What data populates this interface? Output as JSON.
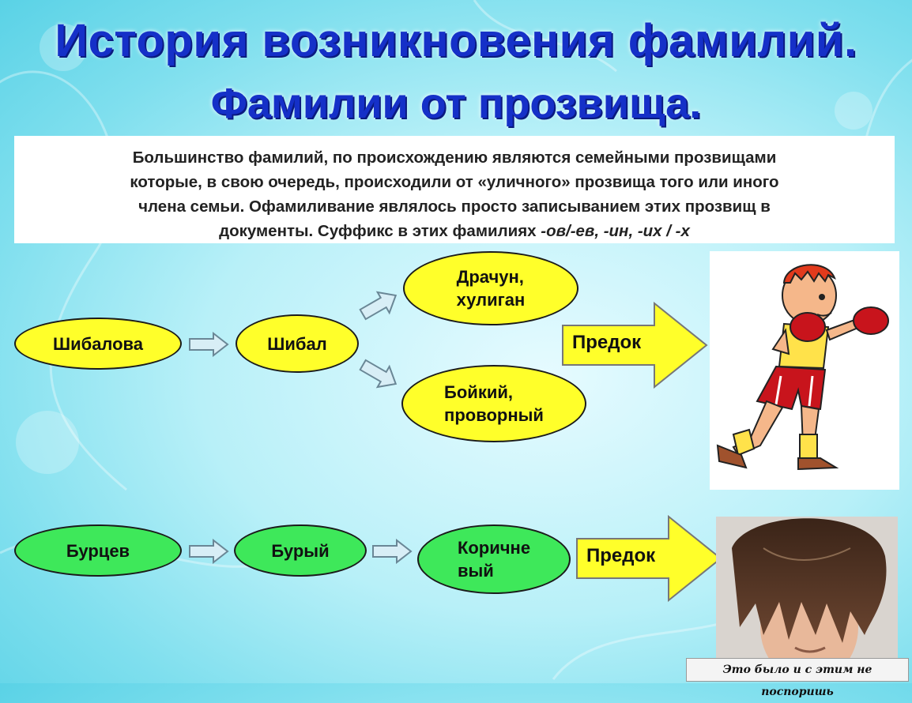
{
  "title": {
    "line1": "История возникновения фамилий.",
    "line2": "Фамилии от прозвища."
  },
  "intro": {
    "line1": "Большинство фамилий, по происхождению являются семейными прозвищами",
    "line2": "которые, в свою очередь, происходили от «уличного» прозвища того или иного",
    "line3": "члена семьи. Офамиливание являлось просто записыванием этих прозвищ в",
    "line4_start": "документы. Суффикс в этих фамилиях ",
    "line4_suffix": "-ов/-ев, -ин, -их / -х"
  },
  "row1": {
    "surname": "Шибалова",
    "nickname": "Шибал",
    "meaning1": "Драчун,\nхулиган",
    "meaning2": "Бойкий,\nпроворный",
    "ancestor": "Предок"
  },
  "row2": {
    "surname": "Бурцев",
    "nickname": "Бурый",
    "meaning": "Коричне\nвый",
    "ancestor": "Предок"
  },
  "images": {
    "boxer": "boxer-illustration",
    "hair": "hair-photo"
  },
  "credit": "Это было и с этим не поспоришь",
  "colors": {
    "title": "#1530c8",
    "yellow": "#ffff2a",
    "green": "#3ee85a",
    "arrow_fill": "#d8eef6",
    "arrow_stroke": "#6a8796"
  }
}
